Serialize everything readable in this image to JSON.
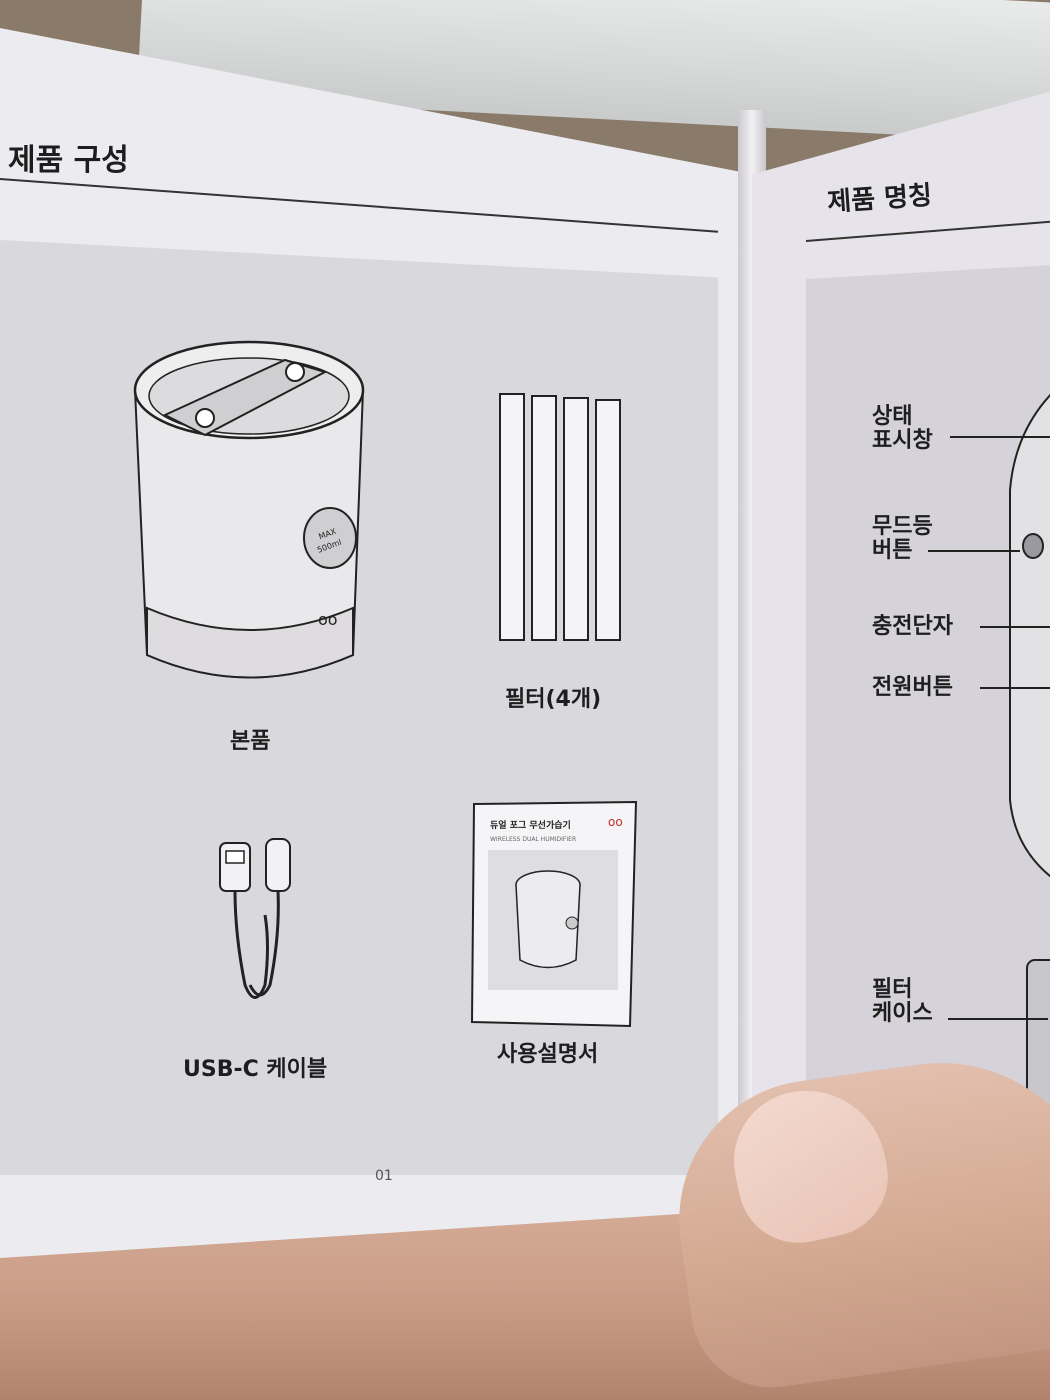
{
  "left_page": {
    "heading": "제품 구성",
    "items": [
      {
        "label": "본품"
      },
      {
        "label": "필터(4개)"
      },
      {
        "label": "USB-C 케이블"
      },
      {
        "label": "사용설명서"
      }
    ],
    "page_number": "01",
    "manual_cover": {
      "title": "듀얼 포그 무선가습기",
      "subtitle": "WIRELESS DUAL HUMIDIFIER"
    },
    "device_badge": "MAX\n500ml"
  },
  "right_page": {
    "heading": "제품 명칭",
    "callouts": [
      {
        "label": "상태\n표시창"
      },
      {
        "label": "무드등\n버튼"
      },
      {
        "label": "충전단자"
      },
      {
        "label": "전원버튼"
      },
      {
        "label": "필터\n케이스"
      }
    ]
  }
}
